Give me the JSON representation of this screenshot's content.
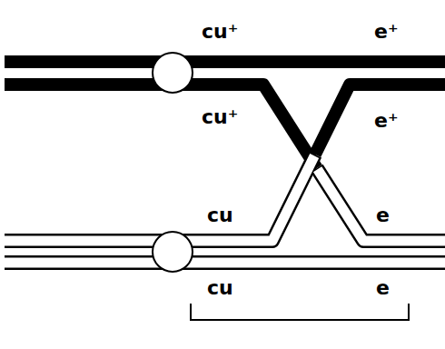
{
  "diagram": {
    "labels": [
      "cu⁺",
      "e⁺",
      "cu⁺",
      "e⁺",
      "cu",
      "e",
      "cu",
      "e"
    ]
  }
}
